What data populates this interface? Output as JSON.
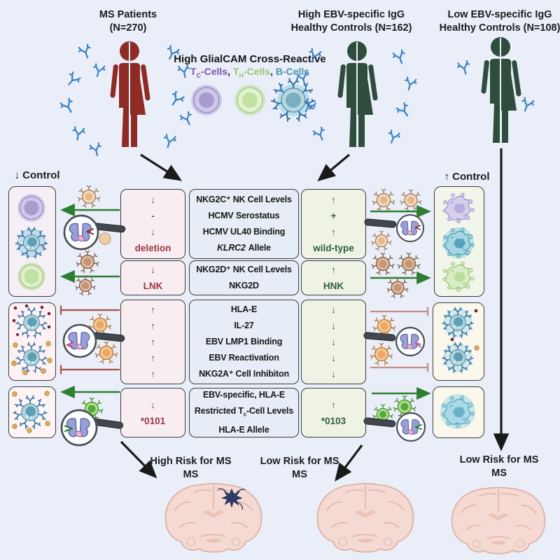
{
  "headers": {
    "ms": "MS Patients\n(N=270)",
    "high_ebv": "High EBV-specific IgG\nHealthy Controls (N=162)",
    "low_ebv": "Low EBV-specific IgG\nHealthy Controls (N=108)"
  },
  "legend": {
    "title": "High GlialCAM Cross-Reactive",
    "tc_pre": "T",
    "tc_sub": "C",
    "tc_post": "-Cells",
    "sep1": ", ",
    "th_pre": "T",
    "th_sub": "H",
    "th_post": "-Cells",
    "sep2": ", ",
    "b_label": "B-Cells",
    "icons": [
      "cytotoxic-t-cell-icon",
      "helper-t-cell-icon",
      "b-cell-icon"
    ]
  },
  "controls": {
    "left": "↓ Control",
    "right": "↑ Control"
  },
  "table": {
    "rows": [
      {
        "left": [
          "↓",
          "-",
          "↓",
          "deletion"
        ],
        "middle": [
          "NKG2C⁺ NK Cell Levels",
          "HCMV Serostatus",
          "HCMV UL40 Binding"
        ],
        "middle_italic": "KLRC2",
        "middle_italic_rest": "Allele",
        "right": [
          "↑",
          "+",
          "↑",
          "wild-type"
        ]
      },
      {
        "left": [
          "↓",
          "LNK"
        ],
        "middle": [
          "NKG2D⁺ NK Cell Levels",
          "NKG2D"
        ],
        "right": [
          "↑",
          "HNK"
        ]
      },
      {
        "left": [
          "↑",
          "↑",
          "↑",
          "↑",
          "↑"
        ],
        "middle": [
          "HLA-E",
          "IL-27",
          "EBV LMP1 Binding",
          "EBV Reactivation",
          "NKG2A⁺ Cell Inhibiton"
        ],
        "right": [
          "↓",
          "↓",
          "↓",
          "↓",
          "↓"
        ]
      },
      {
        "left": [
          "↓",
          "*0101"
        ],
        "middle_line1": "EBV-specific, HLA-E",
        "middle_line2_pre": "Restricted T",
        "middle_line2_sub": "c",
        "middle_line2_post": "-Cell Levels",
        "middle_line3": "HLA-E Allele",
        "right": [
          "↑",
          "*0103"
        ]
      }
    ]
  },
  "risk": {
    "high": "High Risk for MS\nMS",
    "low_mid": "Low Risk for MS\nMS",
    "low_right": "Low Risk for MS\nMS"
  },
  "colors": {
    "background": "#e9eef8",
    "ms_figure_red": "#8e2b25",
    "control_figure_green": "#2e4d3c",
    "ms_text_red": "#9c3544",
    "control_text_green": "#2e5d3c",
    "antibody_blue": "#3b82c4",
    "activation_arrow_green": "#2e7d32",
    "inhibition_red": "#a4504a",
    "tc_label_purple": "#7e55a8",
    "th_label_green": "#97c573",
    "b_label_teal": "#4a96ad",
    "lesion_navy": "#2d3a6a"
  }
}
